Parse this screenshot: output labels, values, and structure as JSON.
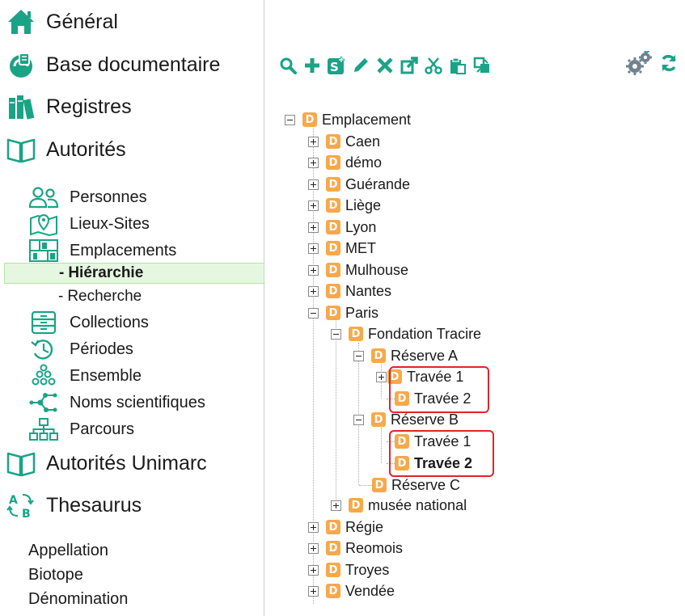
{
  "sidebar": {
    "sections": {
      "general": "Général",
      "base_documentaire": "Base documentaire",
      "registres": "Registres",
      "autorites": "Autorités",
      "autorites_unimarc": "Autorités Unimarc",
      "thesaurus": "Thesaurus"
    },
    "autorites_items": {
      "personnes": "Personnes",
      "lieux_sites": "Lieux-Sites",
      "emplacements": "Emplacements",
      "hierarchie": "Hiérarchie",
      "recherche": "Recherche",
      "collections": "Collections",
      "periodes": "Périodes",
      "ensemble": "Ensemble",
      "noms_scientifiques": "Noms scientifiques",
      "parcours": "Parcours"
    },
    "dash": "-",
    "thesaurus_items": [
      "Appellation",
      "Biotope",
      "Dénomination"
    ]
  },
  "toolbar": {
    "icons": [
      "search-icon",
      "add-icon",
      "add-child-icon",
      "edit-icon",
      "delete-icon",
      "open-icon",
      "cut-icon",
      "paste-icon",
      "merge-icon",
      "settings-icon",
      "refresh-icon"
    ]
  },
  "tree": {
    "d_icon_letter": "D",
    "root": "Emplacement",
    "level1": [
      "Caen",
      "démo",
      "Guérande",
      "Liège",
      "Lyon",
      "MET",
      "Mulhouse",
      "Nantes",
      "Paris"
    ],
    "paris_children": {
      "fondation": "Fondation Tracire",
      "reserve_a": "Réserve A",
      "reserve_a_children": [
        "Travée 1",
        "Travée 2"
      ],
      "reserve_b": "Réserve B",
      "reserve_b_children": [
        "Travée 1",
        "Travée 2"
      ],
      "reserve_c": "Réserve C",
      "musee": "musée national"
    },
    "level1_after": [
      "Régie",
      "Reomois",
      "Troyes",
      "Vendée"
    ]
  },
  "colors": {
    "accent_green": "#1aa386",
    "node_orange": "#f8a84a",
    "highlight_red": "#e0242a",
    "active_bg": "#e5f7e1"
  }
}
